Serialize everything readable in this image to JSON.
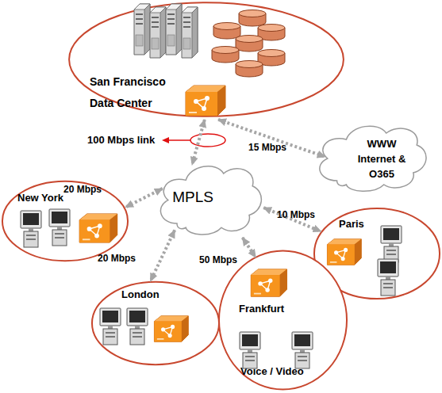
{
  "diagram": {
    "nodes": [
      {
        "text": [
          "San Francisco Data Center"
        ]
      },
      {
        "text": [
          "MPLS"
        ]
      },
      {
        "text": [
          "WWW Internet & O365"
        ]
      },
      {
        "text": [
          "New York"
        ]
      },
      {
        "text": [
          "Paris"
        ]
      },
      {
        "text": [
          "London"
        ]
      },
      {
        "text": [
          "Frankfurt",
          "Voice / Video"
        ]
      }
    ],
    "edges": [
      {
        "from": 0,
        "to": 1,
        "arrow": "both"
      },
      {
        "from": 0,
        "to": 2,
        "label": "15 Mbps",
        "arrow": "both"
      },
      {
        "from": 1,
        "to": 3,
        "label": "20 Mbps",
        "arrow": "both"
      },
      {
        "from": 1,
        "to": 4,
        "label": "10 Mbps",
        "arrow": "both"
      },
      {
        "from": 1,
        "to": 5,
        "label": "20 Mbps",
        "arrow": "both"
      },
      {
        "from": 1,
        "to": 6,
        "label": "50 Mbps",
        "arrow": "both"
      }
    ],
    "labels": [
      "100 Mbps link"
    ]
  }
}
